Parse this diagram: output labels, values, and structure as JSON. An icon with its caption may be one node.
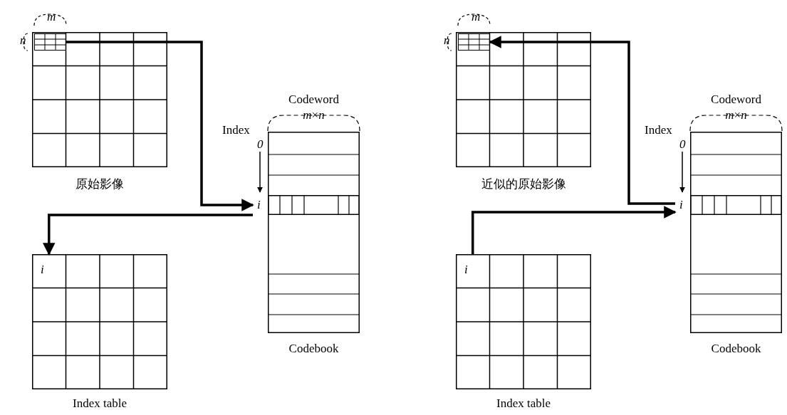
{
  "diagram": {
    "nodes": [
      {
        "text": [
          "原始影像"
        ]
      },
      {
        "text": [],
        "shape": "box",
        "in": 0,
        "beside": [
          "n"
        ]
      },
      {
        "text": [
          "Codebook"
        ]
      },
      {
        "text": [],
        "shape": "bar",
        "in": 2,
        "beside": [
          "i"
        ]
      },
      {
        "text": [
          "Index table"
        ]
      },
      {
        "text": [
          "i"
        ],
        "in": 4
      },
      {
        "text": [
          "近似的原始影像"
        ]
      },
      {
        "text": [],
        "shape": "box",
        "in": 6,
        "beside": [
          "n"
        ]
      },
      {
        "text": [
          "Codebook"
        ]
      },
      {
        "text": [],
        "shape": "bar",
        "in": 8,
        "beside": [
          "i"
        ]
      },
      {
        "text": [
          "Index table"
        ]
      },
      {
        "text": [
          "i"
        ],
        "in": 10
      }
    ],
    "edges": [
      {
        "from": 1,
        "to": 3,
        "arrow": "to"
      },
      {
        "from": 3,
        "to": 5,
        "arrow": "to"
      },
      {
        "from": 11,
        "to": 9,
        "arrow": "to"
      },
      {
        "from": 9,
        "to": 7,
        "arrow": "to"
      }
    ],
    "labels": [
      "m",
      "Codeword",
      "Index",
      "*m*×*n*",
      "0",
      "m",
      "Codeword",
      "Index",
      "*m*×*n*",
      "0"
    ]
  }
}
